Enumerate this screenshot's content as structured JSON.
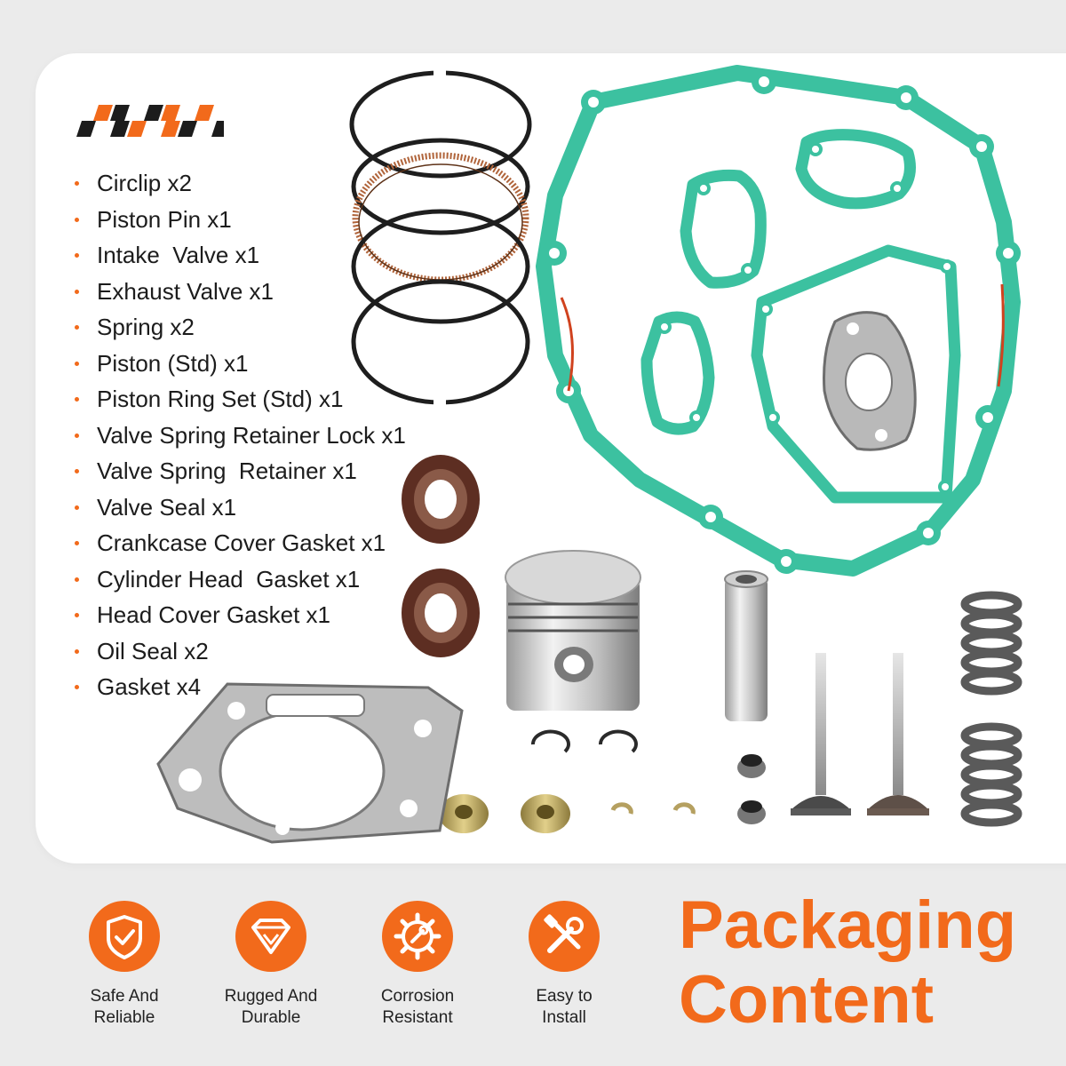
{
  "parts_list": [
    "Circlip x2",
    "Piston Pin x1",
    "Intake  Valve x1",
    "Exhaust Valve x1",
    "Spring x2",
    "Piston (Std) x1",
    "Piston Ring Set (Std) x1",
    "Valve Spring Retainer Lock x1",
    "Valve Spring  Retainer x1",
    "Valve Seal x1",
    "Crankcase Cover Gasket x1",
    "Cylinder Head  Gasket x1",
    "Head Cover Gasket x1",
    "Oil Seal x2",
    "Gasket x4"
  ],
  "features": [
    {
      "line1": "Safe And",
      "line2": "Reliable",
      "icon": "shield-check-icon"
    },
    {
      "line1": "Rugged And",
      "line2": "Durable",
      "icon": "diamond-icon"
    },
    {
      "line1": "Corrosion",
      "line2": "Resistant",
      "icon": "gear-wrench-icon"
    },
    {
      "line1": "Easy to",
      "line2": "Install",
      "icon": "wrench-screwdriver-icon"
    }
  ],
  "packaging": {
    "line1": "Packaging",
    "line2": "Content"
  },
  "colors": {
    "accent": "#f26a1b",
    "gasket_green": "#3cc1a0",
    "text": "#1c1c1c",
    "background": "#ebebeb"
  }
}
